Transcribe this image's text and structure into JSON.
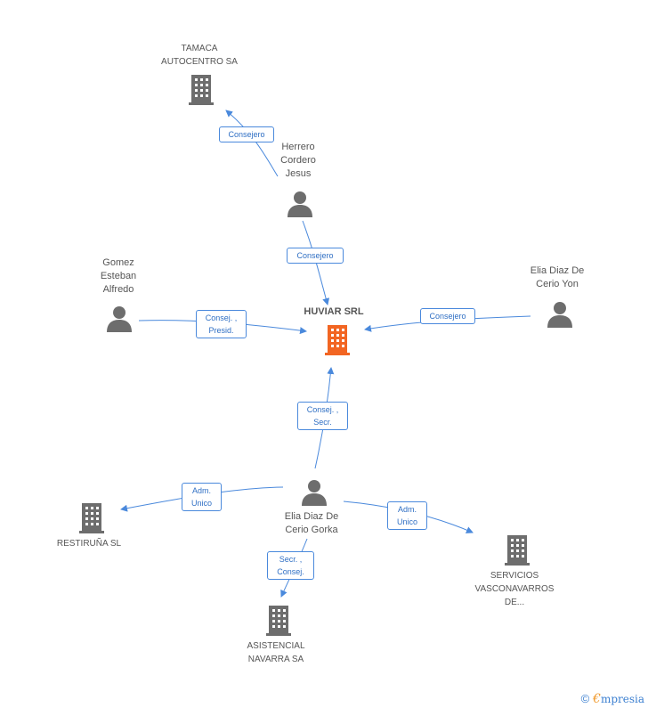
{
  "nodes": {
    "focus": "HUVIAR SRL",
    "tamaca": "TAMACA\nAUTOCENTRO SA",
    "herrero": "Herrero\nCordero\nJesus",
    "gomez": "Gomez\nEsteban\nAlfredo",
    "yon": "Elia Diaz De\nCerio Yon",
    "gorka": "Elia Diaz De\nCerio Gorka",
    "restiruna": "RESTIRUÑA SL",
    "servicios": "SERVICIOS\nVASCONAVARROS\nDE...",
    "asistencial": "ASISTENCIAL\nNAVARRA SA"
  },
  "edges": {
    "herrero_tamaca": "Consejero",
    "herrero_focus": "Consejero",
    "gomez_focus": "Consej. ,\nPresid.",
    "yon_focus": "Consejero",
    "gorka_focus": "Consej. ,\nSecr.",
    "gorka_restiruna": "Adm.\nUnico",
    "gorka_servicios": "Adm.\nUnico",
    "gorka_asistencial": "Secr. ,\nConsej."
  },
  "colors": {
    "edge": "#4a89dc",
    "icon": "#6d6d6d",
    "focus_icon": "#f26522"
  },
  "footer": {
    "copyright": "©",
    "brand_initial": "€",
    "brand_rest": "mpresia"
  }
}
